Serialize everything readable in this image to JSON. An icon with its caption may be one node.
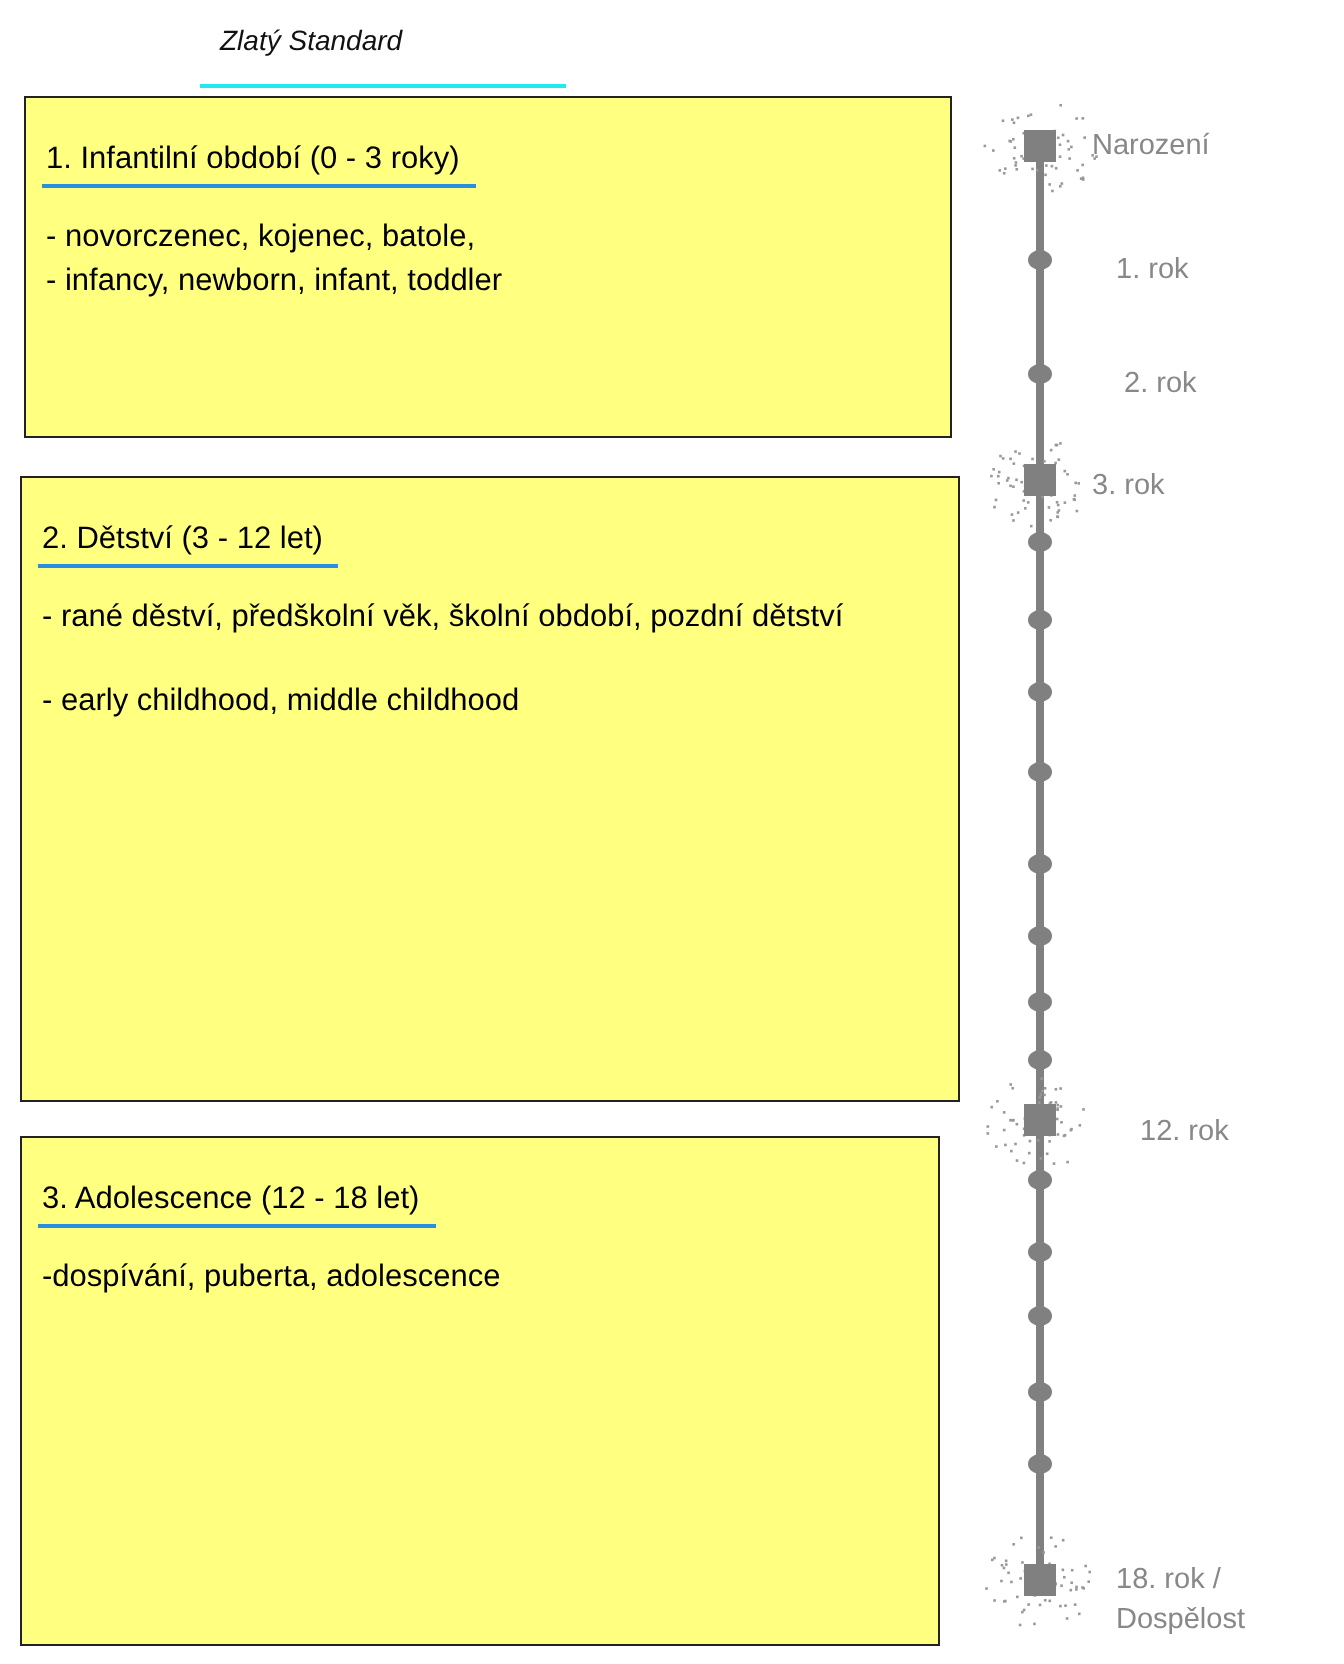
{
  "diagram": {
    "title": "Zlatý Standard",
    "nodes": [
      {
        "text": [
          "1. Infantilní období (0 - 3 roky)",
          "- novorczenec, kojenec, batole,",
          "- infancy, newborn, infant, toddler"
        ]
      },
      {
        "text": [
          "2. Dětství (3 - 12 let)",
          "- rané děství, předškolní věk, školní období, pozdní dětství",
          "- early childhood, middle childhood"
        ]
      },
      {
        "text": [
          "3. Adolescence (12 - 18 let)",
          "-dospívání, puberta, adolescence"
        ]
      }
    ],
    "labels": [
      "Narození",
      "1. rok",
      "2. rok",
      "3. rok",
      "12. rok",
      "18. rok / Dospělost"
    ]
  }
}
